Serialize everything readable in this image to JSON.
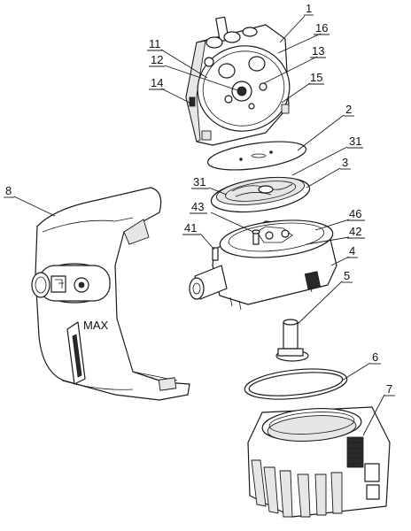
{
  "figure": {
    "labels": [
      "1",
      "16",
      "11",
      "12",
      "13",
      "14",
      "15",
      "2",
      "31",
      "3",
      "31",
      "46",
      "43",
      "42",
      "41",
      "4",
      "5",
      "6",
      "7",
      "8"
    ]
  }
}
